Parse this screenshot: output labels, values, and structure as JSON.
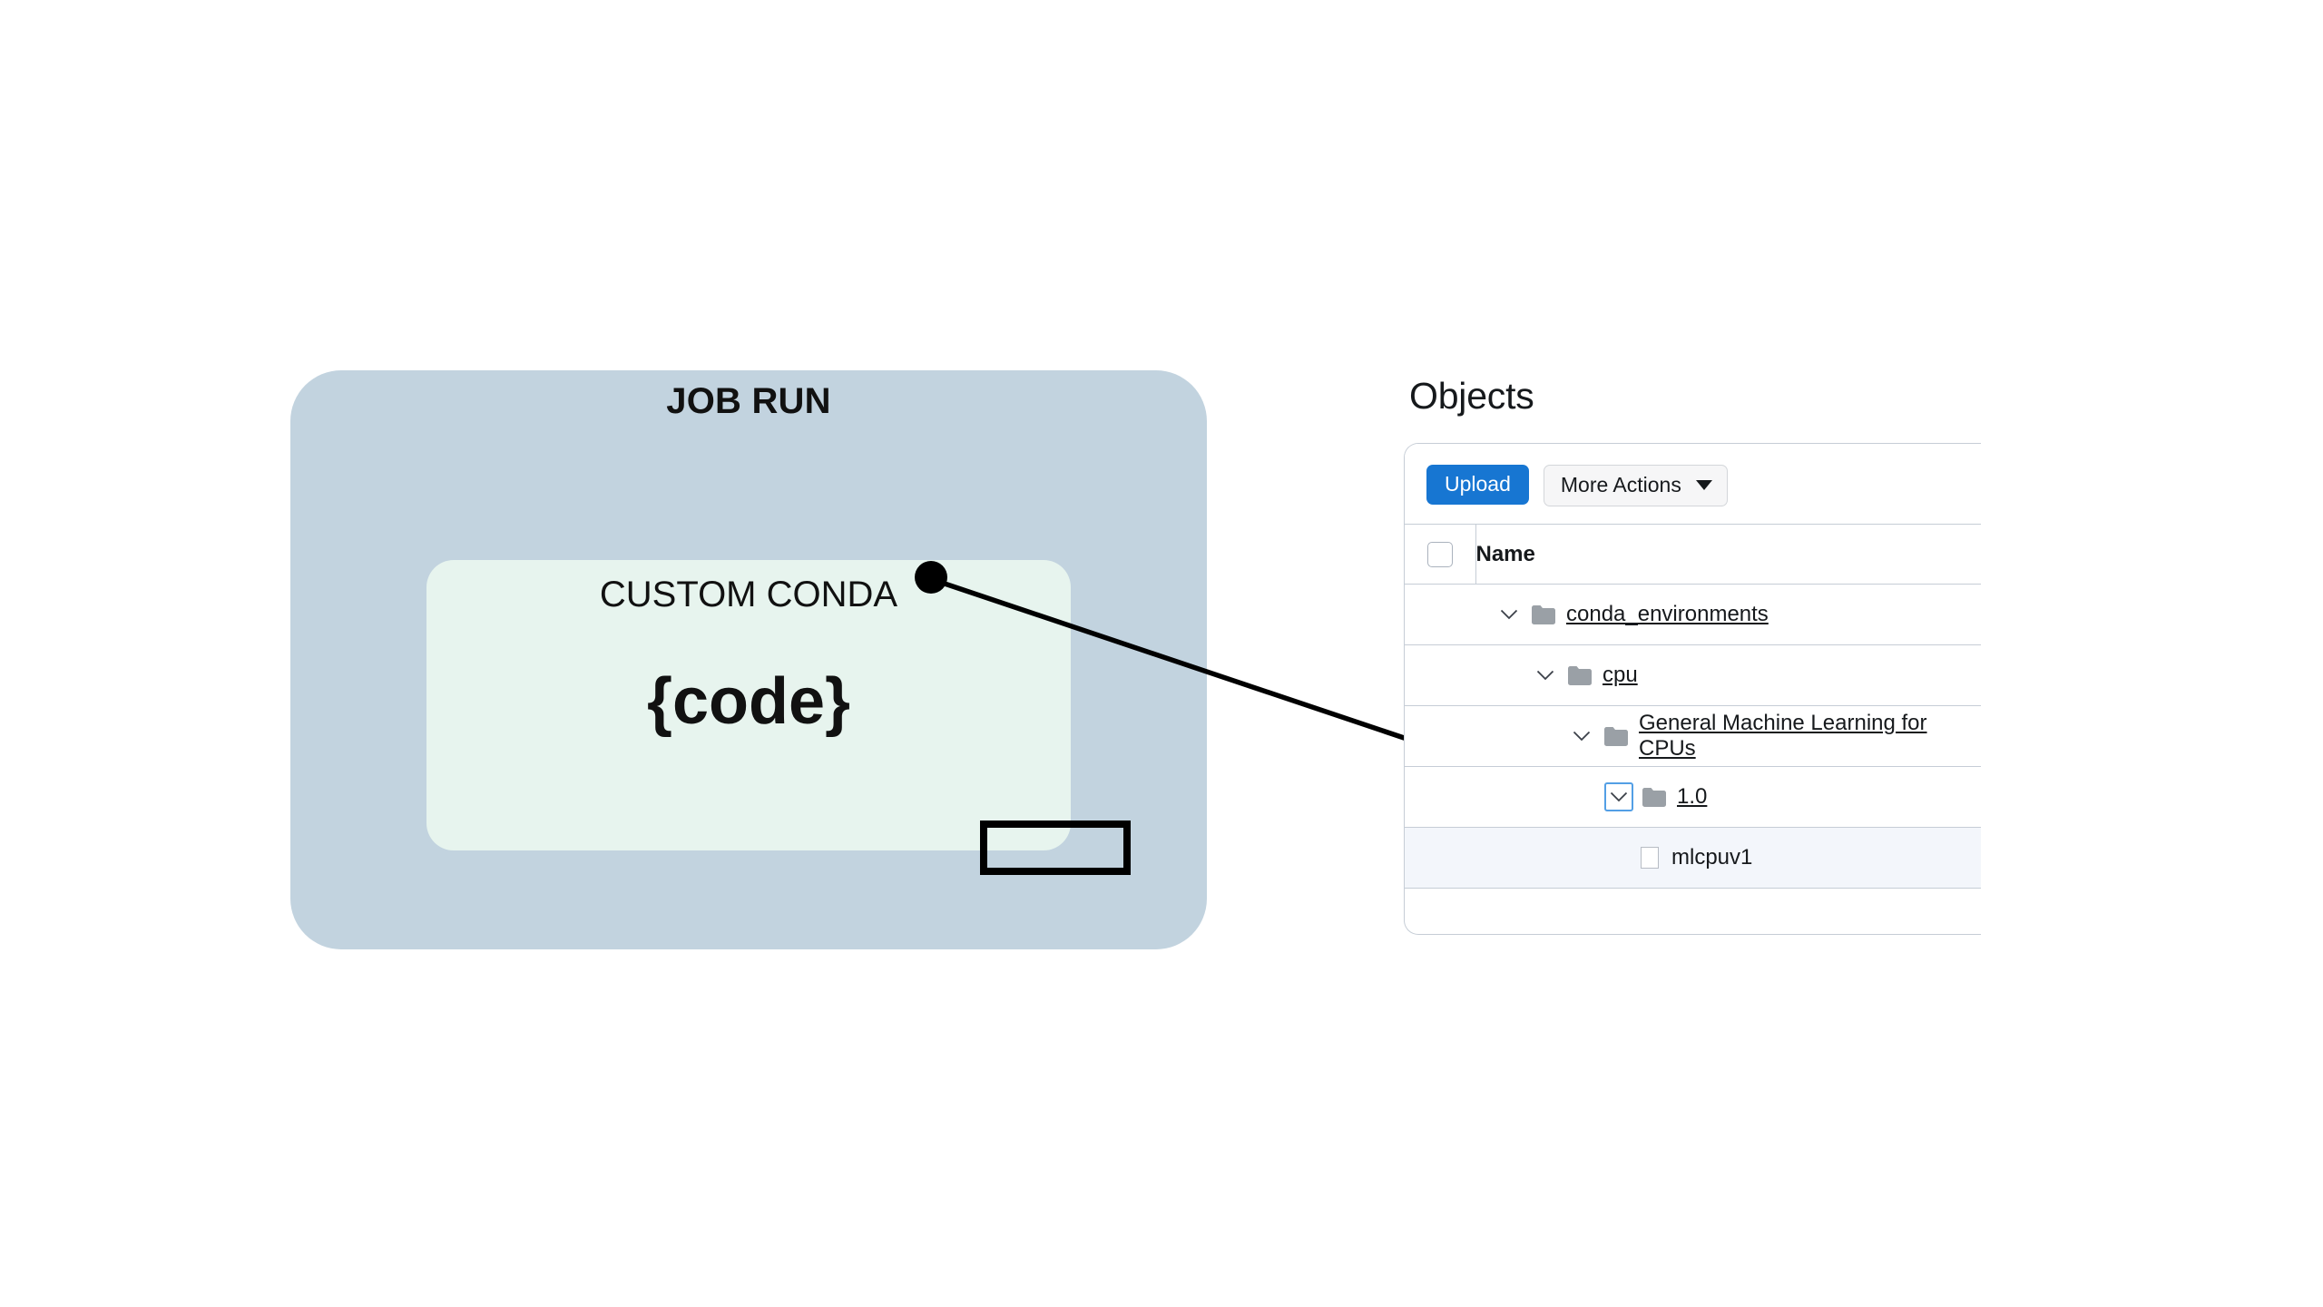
{
  "diagram": {
    "outer_label": "JOB RUN",
    "inner_label": "CUSTOM CONDA",
    "inner_code": "{code}",
    "outer_color": "#c2d3df",
    "inner_color": "#e7f4ee",
    "annotation": {
      "type": "leader-line-with-arrow",
      "from_label": "CUSTOM CONDA",
      "to_label": "mlcpuv1"
    }
  },
  "objects_panel": {
    "heading": "Objects",
    "toolbar": {
      "upload_label": "Upload",
      "more_actions_label": "More Actions",
      "upload_color": "#1776d2"
    },
    "table": {
      "columns": [
        "",
        "Name"
      ],
      "name_header": "Name",
      "rows": [
        {
          "name": "conda_environments",
          "depth": 0,
          "type": "folder",
          "expanded": true,
          "link": true,
          "selected": false,
          "focused": false
        },
        {
          "name": "cpu",
          "depth": 1,
          "type": "folder",
          "expanded": true,
          "link": true,
          "selected": false,
          "focused": false
        },
        {
          "name": "General Machine Learning for CPUs",
          "depth": 2,
          "type": "folder",
          "expanded": true,
          "link": true,
          "selected": false,
          "focused": false
        },
        {
          "name": "1.0",
          "depth": 3,
          "type": "folder",
          "expanded": true,
          "link": true,
          "selected": false,
          "focused": true
        },
        {
          "name": "mlcpuv1",
          "depth": 4,
          "type": "file",
          "expanded": false,
          "link": false,
          "selected": true,
          "focused": false
        }
      ]
    }
  }
}
